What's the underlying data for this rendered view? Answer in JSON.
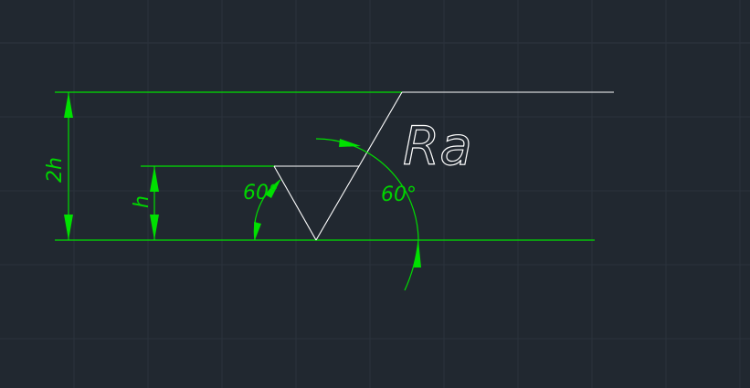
{
  "colors": {
    "background": "#212830",
    "grid": "#2a323c",
    "dimension": "#00e000",
    "geometry": "#ffffff"
  },
  "drawing": {
    "symbol_text": "Ra",
    "dim_total_height": "2h",
    "dim_height": "h",
    "angle_left": "60°",
    "angle_right": "60°"
  }
}
